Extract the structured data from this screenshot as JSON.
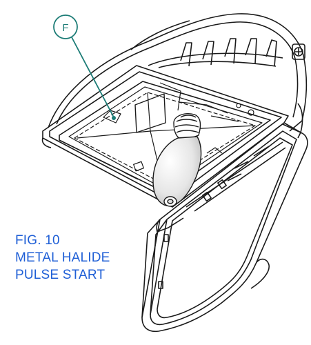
{
  "figure": {
    "callout_letter": "F",
    "caption_lines": [
      "FIG. 10",
      "METAL HALIDE",
      "PULSE START"
    ],
    "colors": {
      "line": "#1a1a1a",
      "callout": "#1c7c76",
      "caption": "#1f5fd6",
      "bulb_fill": "#eeeeee"
    },
    "icons": [
      "fixture-housing",
      "open-door-lens",
      "metal-halide-bulb",
      "reflector",
      "callout-bubble"
    ]
  }
}
